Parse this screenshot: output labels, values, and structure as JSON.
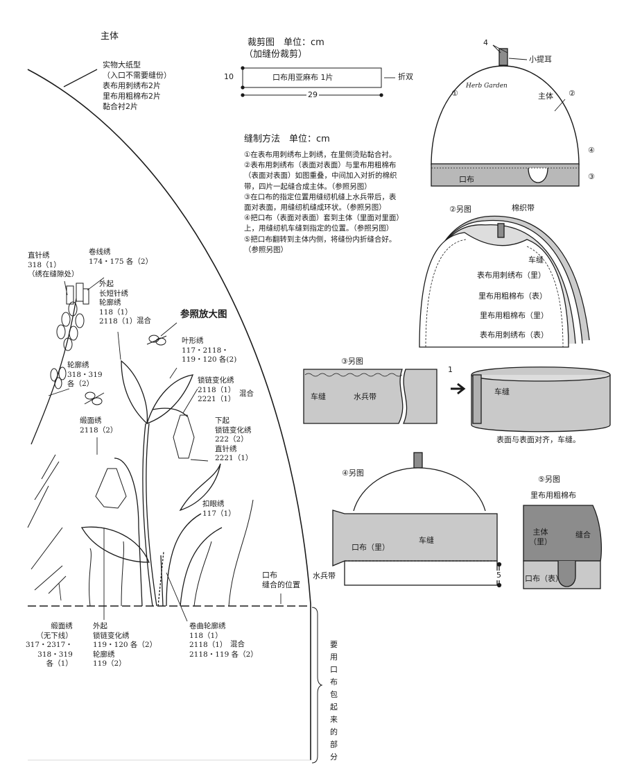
{
  "main_pattern": {
    "title": "主体",
    "note": [
      "实物大纸型",
      "（入口不需要缝份）",
      "表布用刺绣布2片",
      "里布用粗棉布2片",
      "黏合衬2片"
    ],
    "enlarge_ref": "参照放大图",
    "labels": {
      "straight_stitch": [
        "直针绣",
        "318（1）",
        "（绣在缝隙处）"
      ],
      "bullion": [
        "卷线绣",
        "174・175 各（2）"
      ],
      "outer_long_short": [
        "外起",
        "长短针绣",
        "轮廓绣",
        "118（1）",
        "2118（1）"
      ],
      "mix": "混合",
      "outline1": [
        "轮廓绣",
        "318・319",
        "各（2）"
      ],
      "satin1": [
        "缎面绣",
        "2118（2）"
      ],
      "leaf": [
        "叶形绣",
        "117・2118・",
        "119・120 各(2)"
      ],
      "chain_var": [
        "锁链变化绣",
        "2118（1）",
        "2221（1）"
      ],
      "lower_chain": [
        "下起",
        "锁链变化绣",
        "222（2）",
        "直针绣",
        "2221（1）"
      ],
      "buttonhole": [
        "扣眼绣",
        "117（1）"
      ],
      "seam_pos": [
        "口布",
        "缝合的位置"
      ],
      "satin2": [
        "缎面绣",
        "（无下线）",
        "317・2317・",
        "318・319",
        "各（1）"
      ],
      "outer_chain": [
        "外起",
        "锁链变化绣",
        "119・120 各（2）",
        "轮廓绣",
        "119（2）"
      ],
      "curl_outline": [
        "卷曲轮廓绣",
        "118（1）",
        "2118（1）",
        "2118・119 各（2）"
      ],
      "wrap_note": "要用口布包起来的部分"
    }
  },
  "cutting": {
    "title": "裁剪图　单位：cm",
    "subtitle": "（加缝份裁剪）",
    "piece": "口布用亚麻布 1片",
    "height": "10",
    "width": "29",
    "fold": "折双"
  },
  "method": {
    "title": "缝制方法　单位：cm",
    "steps": [
      "①在表布用刺绣布上刺绣，在里侧烫贴黏合衬。",
      "②表布用刺绣布（表面对表面）与里布用粗棉布",
      "（表面对表面）如图重叠，中间加入对折的棉织",
      "带，四片一起缝合成主体。（参照另图）",
      "③在口布的指定位置用缝纫机缝上水兵带后，表",
      "面对表面，用缝纫机缝成环状。（参照另图）",
      "④把口布（表面对表面）套到主体（里面对里面）",
      "上，用缝纫机车缝到指定的位置。（参照另图）",
      "⑤把口布翻转到主体内侧，将缝份内折缝合好。",
      "（参照另图）"
    ]
  },
  "finished": {
    "tab_size": "4",
    "tab": "小提耳",
    "n1": "①",
    "body": "主体",
    "n2": "②",
    "n4": "④",
    "n3": "③",
    "band": "口布",
    "logo_text": "Herb Garden"
  },
  "fig2": {
    "title": "②另图",
    "tape": "棉织带",
    "seam": "车缝",
    "layers": [
      "表布用刺绣布（里）",
      "里布用粗棉布（表）",
      "里布用粗棉布（里）",
      "表布用刺绣布（表）"
    ]
  },
  "fig3": {
    "title": "③另图",
    "num": "1",
    "seam": "车缝",
    "ricrac": "水兵带",
    "seam2": "车缝",
    "caption": "表面与表面对齐，车缝。"
  },
  "fig4": {
    "title": "④另图",
    "band": "口布（里）",
    "seam": "车缝",
    "ricrac": "水兵带",
    "dim": "5"
  },
  "fig5": {
    "title": "⑤另图",
    "lining": "里布用粗棉布",
    "body": "主体\n（里）",
    "join": "缝合",
    "band": "口布（表）"
  },
  "colors": {
    "line": "#1a1a1a",
    "gray": "#b8b8b8",
    "dark_gray": "#8c8c8c",
    "mid_gray": "#c9c9c9"
  }
}
